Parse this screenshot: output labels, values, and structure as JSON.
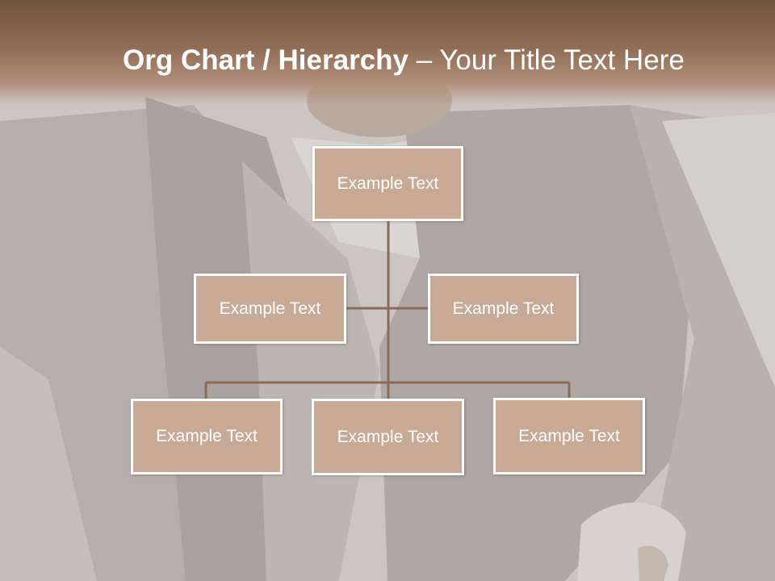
{
  "title": {
    "bold": "Org Chart / Hierarchy",
    "dash": " – ",
    "light": "Your Title Text Here"
  },
  "org_chart": {
    "root": {
      "label": "Example Text"
    },
    "assistants": [
      {
        "label": "Example Text"
      },
      {
        "label": "Example Text"
      }
    ],
    "subordinates": [
      {
        "label": "Example Text"
      },
      {
        "label": "Example Text"
      },
      {
        "label": "Example Text"
      }
    ]
  },
  "colors": {
    "header": "#7a5c47",
    "node_fill": "#c8a996",
    "node_border": "#ffffff",
    "connector": "#8c6a58"
  }
}
